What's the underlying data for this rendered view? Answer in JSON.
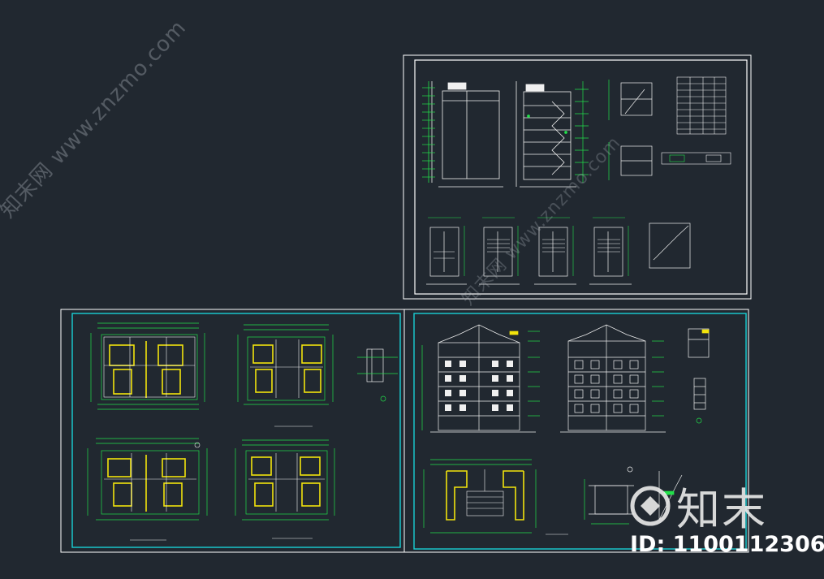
{
  "watermark": {
    "site_text": "知末网 www.znzmo.com",
    "site_text_2": "知末网 www.znzmo.com"
  },
  "brand": {
    "name": "知末",
    "id_label": "ID: 1100112306"
  },
  "colors": {
    "background": "#212830",
    "frame_white": "#ffffff",
    "frame_cyan": "#19d0d6",
    "line_green": "#22e04a",
    "line_yellow": "#f2e40c",
    "line_white": "#f0f0f0",
    "line_magenta": "#e048d8"
  }
}
